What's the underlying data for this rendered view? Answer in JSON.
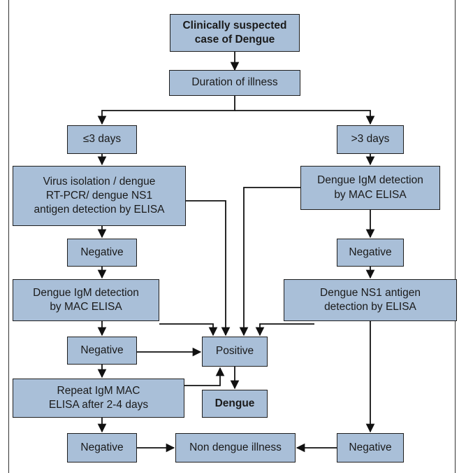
{
  "flowchart": {
    "start": "Clinically suspected\ncase of Dengue",
    "duration": "Duration of illness",
    "left": {
      "days": "≤3 days",
      "test1": "Virus isolation / dengue\nRT-PCR/ dengue NS1\nantigen detection by ELISA",
      "negative1": "Negative",
      "test2": "Dengue IgM detection\nby MAC ELISA",
      "negative2": "Negative",
      "repeat": "Repeat IgM MAC\nELISA after 2-4 days",
      "negative3": "Negative"
    },
    "right": {
      "days": ">3 days",
      "test1": "Dengue IgM detection\nby MAC ELISA",
      "negative1": "Negative",
      "test2": "Dengue NS1 antigen\ndetection by ELISA",
      "negative2": "Negative"
    },
    "positive": "Positive",
    "dengue": "Dengue",
    "non_dengue": "Non dengue illness"
  }
}
